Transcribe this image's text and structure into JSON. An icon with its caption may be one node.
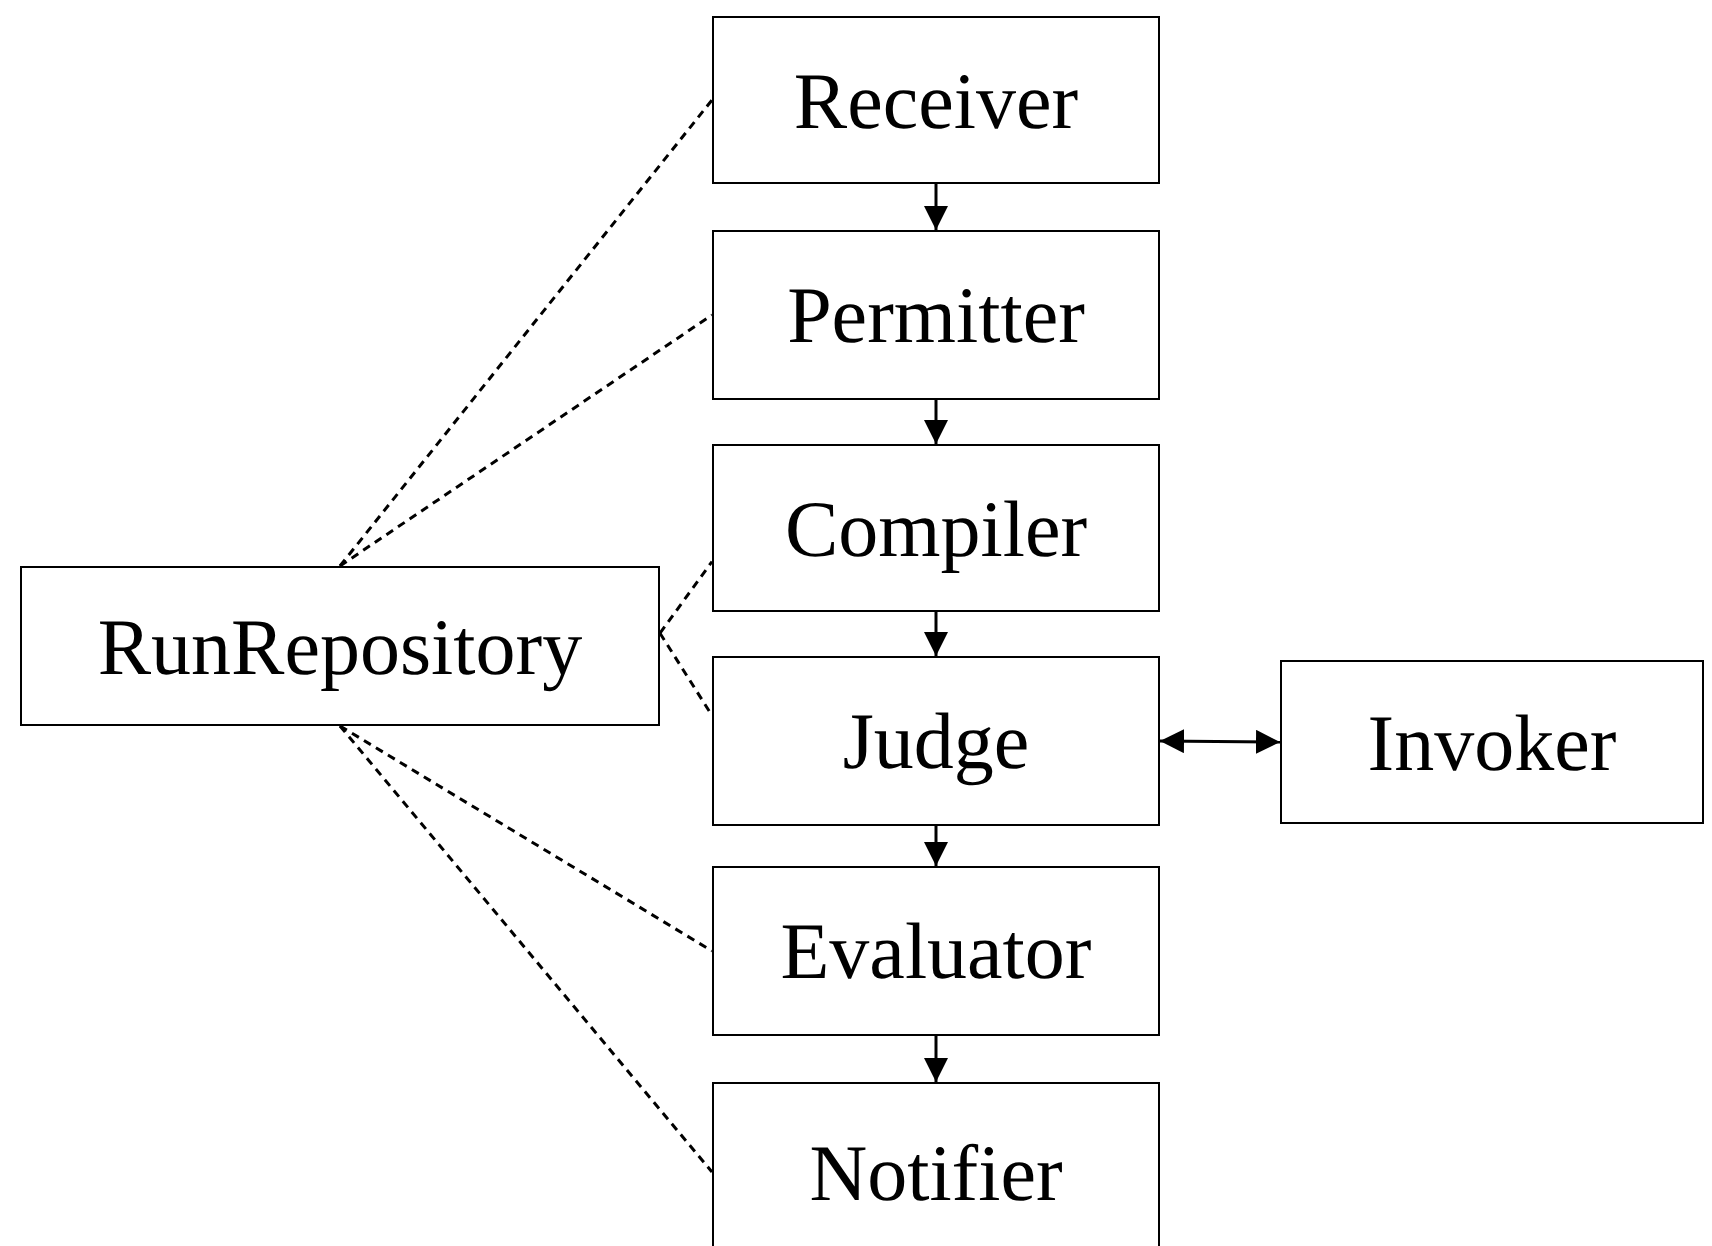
{
  "diagram": {
    "nodes": [
      {
        "text": [
          "Receiver"
        ]
      },
      {
        "text": [
          "Permitter"
        ]
      },
      {
        "text": [
          "Compiler"
        ]
      },
      {
        "text": [
          "RunRepository"
        ]
      },
      {
        "text": [
          "Judge"
        ]
      },
      {
        "text": [
          "Invoker"
        ]
      },
      {
        "text": [
          "Evaluator"
        ]
      },
      {
        "text": [
          "Notifier"
        ]
      }
    ],
    "edges": [
      {
        "from": 0,
        "to": 1,
        "arrow": "to"
      },
      {
        "from": 1,
        "to": 2,
        "arrow": "to"
      },
      {
        "from": 2,
        "to": 4,
        "arrow": "to"
      },
      {
        "from": 4,
        "to": 6,
        "arrow": "to"
      },
      {
        "from": 6,
        "to": 7,
        "arrow": "to"
      },
      {
        "from": 4,
        "to": 5,
        "arrow": "both"
      },
      {
        "from": 3,
        "to": 0,
        "arrow": "none",
        "style": "dashed"
      },
      {
        "from": 3,
        "to": 1,
        "arrow": "none",
        "style": "dashed"
      },
      {
        "from": 3,
        "to": 2,
        "arrow": "none",
        "style": "dashed"
      },
      {
        "from": 3,
        "to": 4,
        "arrow": "none",
        "style": "dashed"
      },
      {
        "from": 3,
        "to": 6,
        "arrow": "none",
        "style": "dashed"
      },
      {
        "from": 3,
        "to": 7,
        "arrow": "none",
        "style": "dashed"
      }
    ]
  }
}
